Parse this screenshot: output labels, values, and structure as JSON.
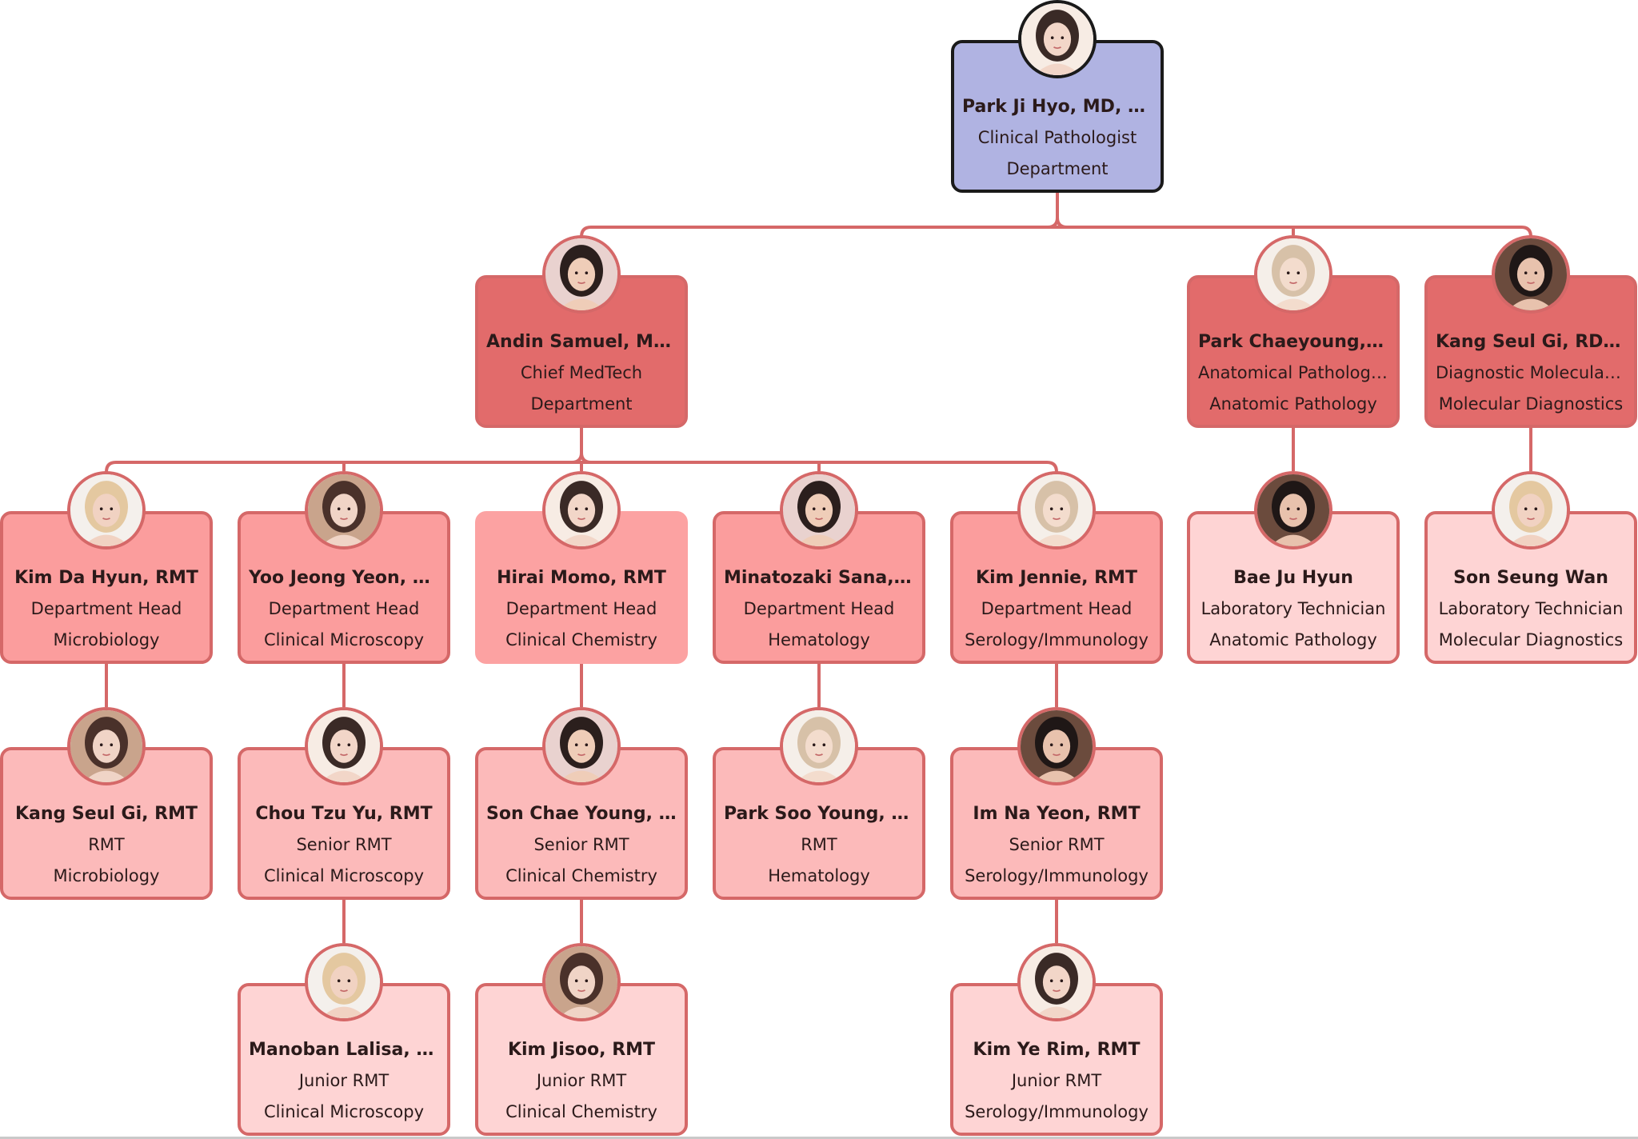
{
  "org_chart": {
    "nodes": [
      {
        "id": "root",
        "name": "Park Ji Hyo, MD, RMT",
        "role": "Clinical Pathologist",
        "dept": "Department",
        "tone": "root",
        "avatar": "person-photo-icon"
      },
      {
        "id": "n1",
        "name": "Andin Samuel, MD, ...",
        "role": "Chief MedTech",
        "dept": "Department",
        "tone": "dept",
        "avatar": "person-photo-icon"
      },
      {
        "id": "n2",
        "name": "Park Chaeyoung, M...",
        "role": "Anatomical Pathologist",
        "dept": "Anatomic Pathology",
        "tone": "dept",
        "avatar": "person-photo-icon"
      },
      {
        "id": "n3",
        "name": "Kang Seul Gi, RDMS",
        "role": "Diagnostic Molecular ...",
        "dept": "Molecular Diagnostics",
        "tone": "dept",
        "avatar": "person-photo-icon"
      },
      {
        "id": "n4",
        "name": "Kim Da Hyun, RMT",
        "role": "Department Head",
        "dept": "Microbiology",
        "tone": "head",
        "avatar": "person-photo-icon"
      },
      {
        "id": "n5",
        "name": "Yoo Jeong Yeon, RMT",
        "role": "Department Head",
        "dept": "Clinical Microscopy",
        "tone": "head",
        "avatar": "person-photo-icon"
      },
      {
        "id": "n6",
        "name": "Hirai Momo, RMT",
        "role": "Department Head",
        "dept": "Clinical Chemistry",
        "tone": "head2",
        "avatar": "person-photo-icon"
      },
      {
        "id": "n7",
        "name": "Minatozaki Sana, RMT",
        "role": "Department Head",
        "dept": "Hematology",
        "tone": "head",
        "avatar": "person-photo-icon"
      },
      {
        "id": "n8",
        "name": "Kim Jennie, RMT",
        "role": "Department Head",
        "dept": "Serology/Immunology",
        "tone": "head",
        "avatar": "person-photo-icon"
      },
      {
        "id": "n9",
        "name": "Bae Ju Hyun",
        "role": "Laboratory Technician",
        "dept": "Anatomic Pathology",
        "tone": "junior",
        "avatar": "person-photo-icon"
      },
      {
        "id": "n10",
        "name": "Son Seung Wan",
        "role": "Laboratory Technician",
        "dept": "Molecular Diagnostics",
        "tone": "junior",
        "avatar": "person-photo-icon"
      },
      {
        "id": "n11",
        "name": "Kang Seul Gi, RMT",
        "role": "RMT",
        "dept": "Microbiology",
        "tone": "staff",
        "avatar": "person-photo-icon"
      },
      {
        "id": "n12",
        "name": "Chou Tzu Yu, RMT",
        "role": "Senior RMT",
        "dept": "Clinical Microscopy",
        "tone": "staff",
        "avatar": "person-photo-icon"
      },
      {
        "id": "n13",
        "name": "Son Chae Young, RMT",
        "role": "Senior RMT",
        "dept": "Clinical Chemistry",
        "tone": "staff",
        "avatar": "person-photo-icon"
      },
      {
        "id": "n14",
        "name": "Park Soo Young, RMT",
        "role": "RMT",
        "dept": "Hematology",
        "tone": "staff",
        "avatar": "person-photo-icon"
      },
      {
        "id": "n15",
        "name": "Im Na Yeon, RMT",
        "role": "Senior RMT",
        "dept": "Serology/Immunology",
        "tone": "staff",
        "avatar": "person-photo-icon"
      },
      {
        "id": "n16",
        "name": "Manoban Lalisa, RMT",
        "role": "Junior RMT",
        "dept": "Clinical Microscopy",
        "tone": "junior",
        "avatar": "person-photo-icon"
      },
      {
        "id": "n17",
        "name": "Kim Jisoo, RMT",
        "role": "Junior RMT",
        "dept": "Clinical Chemistry",
        "tone": "junior",
        "avatar": "person-photo-icon"
      },
      {
        "id": "n18",
        "name": "Kim Ye Rim, RMT",
        "role": "Junior RMT",
        "dept": "Serology/Immunology",
        "tone": "junior",
        "avatar": "person-photo-icon"
      }
    ],
    "links": [
      [
        "root",
        "n1"
      ],
      [
        "root",
        "n2"
      ],
      [
        "root",
        "n3"
      ],
      [
        "n1",
        "n4"
      ],
      [
        "n1",
        "n5"
      ],
      [
        "n1",
        "n6"
      ],
      [
        "n1",
        "n7"
      ],
      [
        "n1",
        "n8"
      ],
      [
        "n2",
        "n9"
      ],
      [
        "n3",
        "n10"
      ],
      [
        "n4",
        "n11"
      ],
      [
        "n5",
        "n12"
      ],
      [
        "n6",
        "n13"
      ],
      [
        "n7",
        "n14"
      ],
      [
        "n8",
        "n15"
      ],
      [
        "n12",
        "n16"
      ],
      [
        "n13",
        "n17"
      ],
      [
        "n15",
        "n18"
      ]
    ]
  },
  "colors": {
    "root_fill": "#b0b3e2",
    "root_border": "#1a1a1a",
    "dept_fill": "#e26b6b",
    "head_fill": "#fb9d9d",
    "staff_fill": "#fcbaba",
    "junior_fill": "#fed4d4",
    "border": "#d56868",
    "connector": "#d56868"
  }
}
